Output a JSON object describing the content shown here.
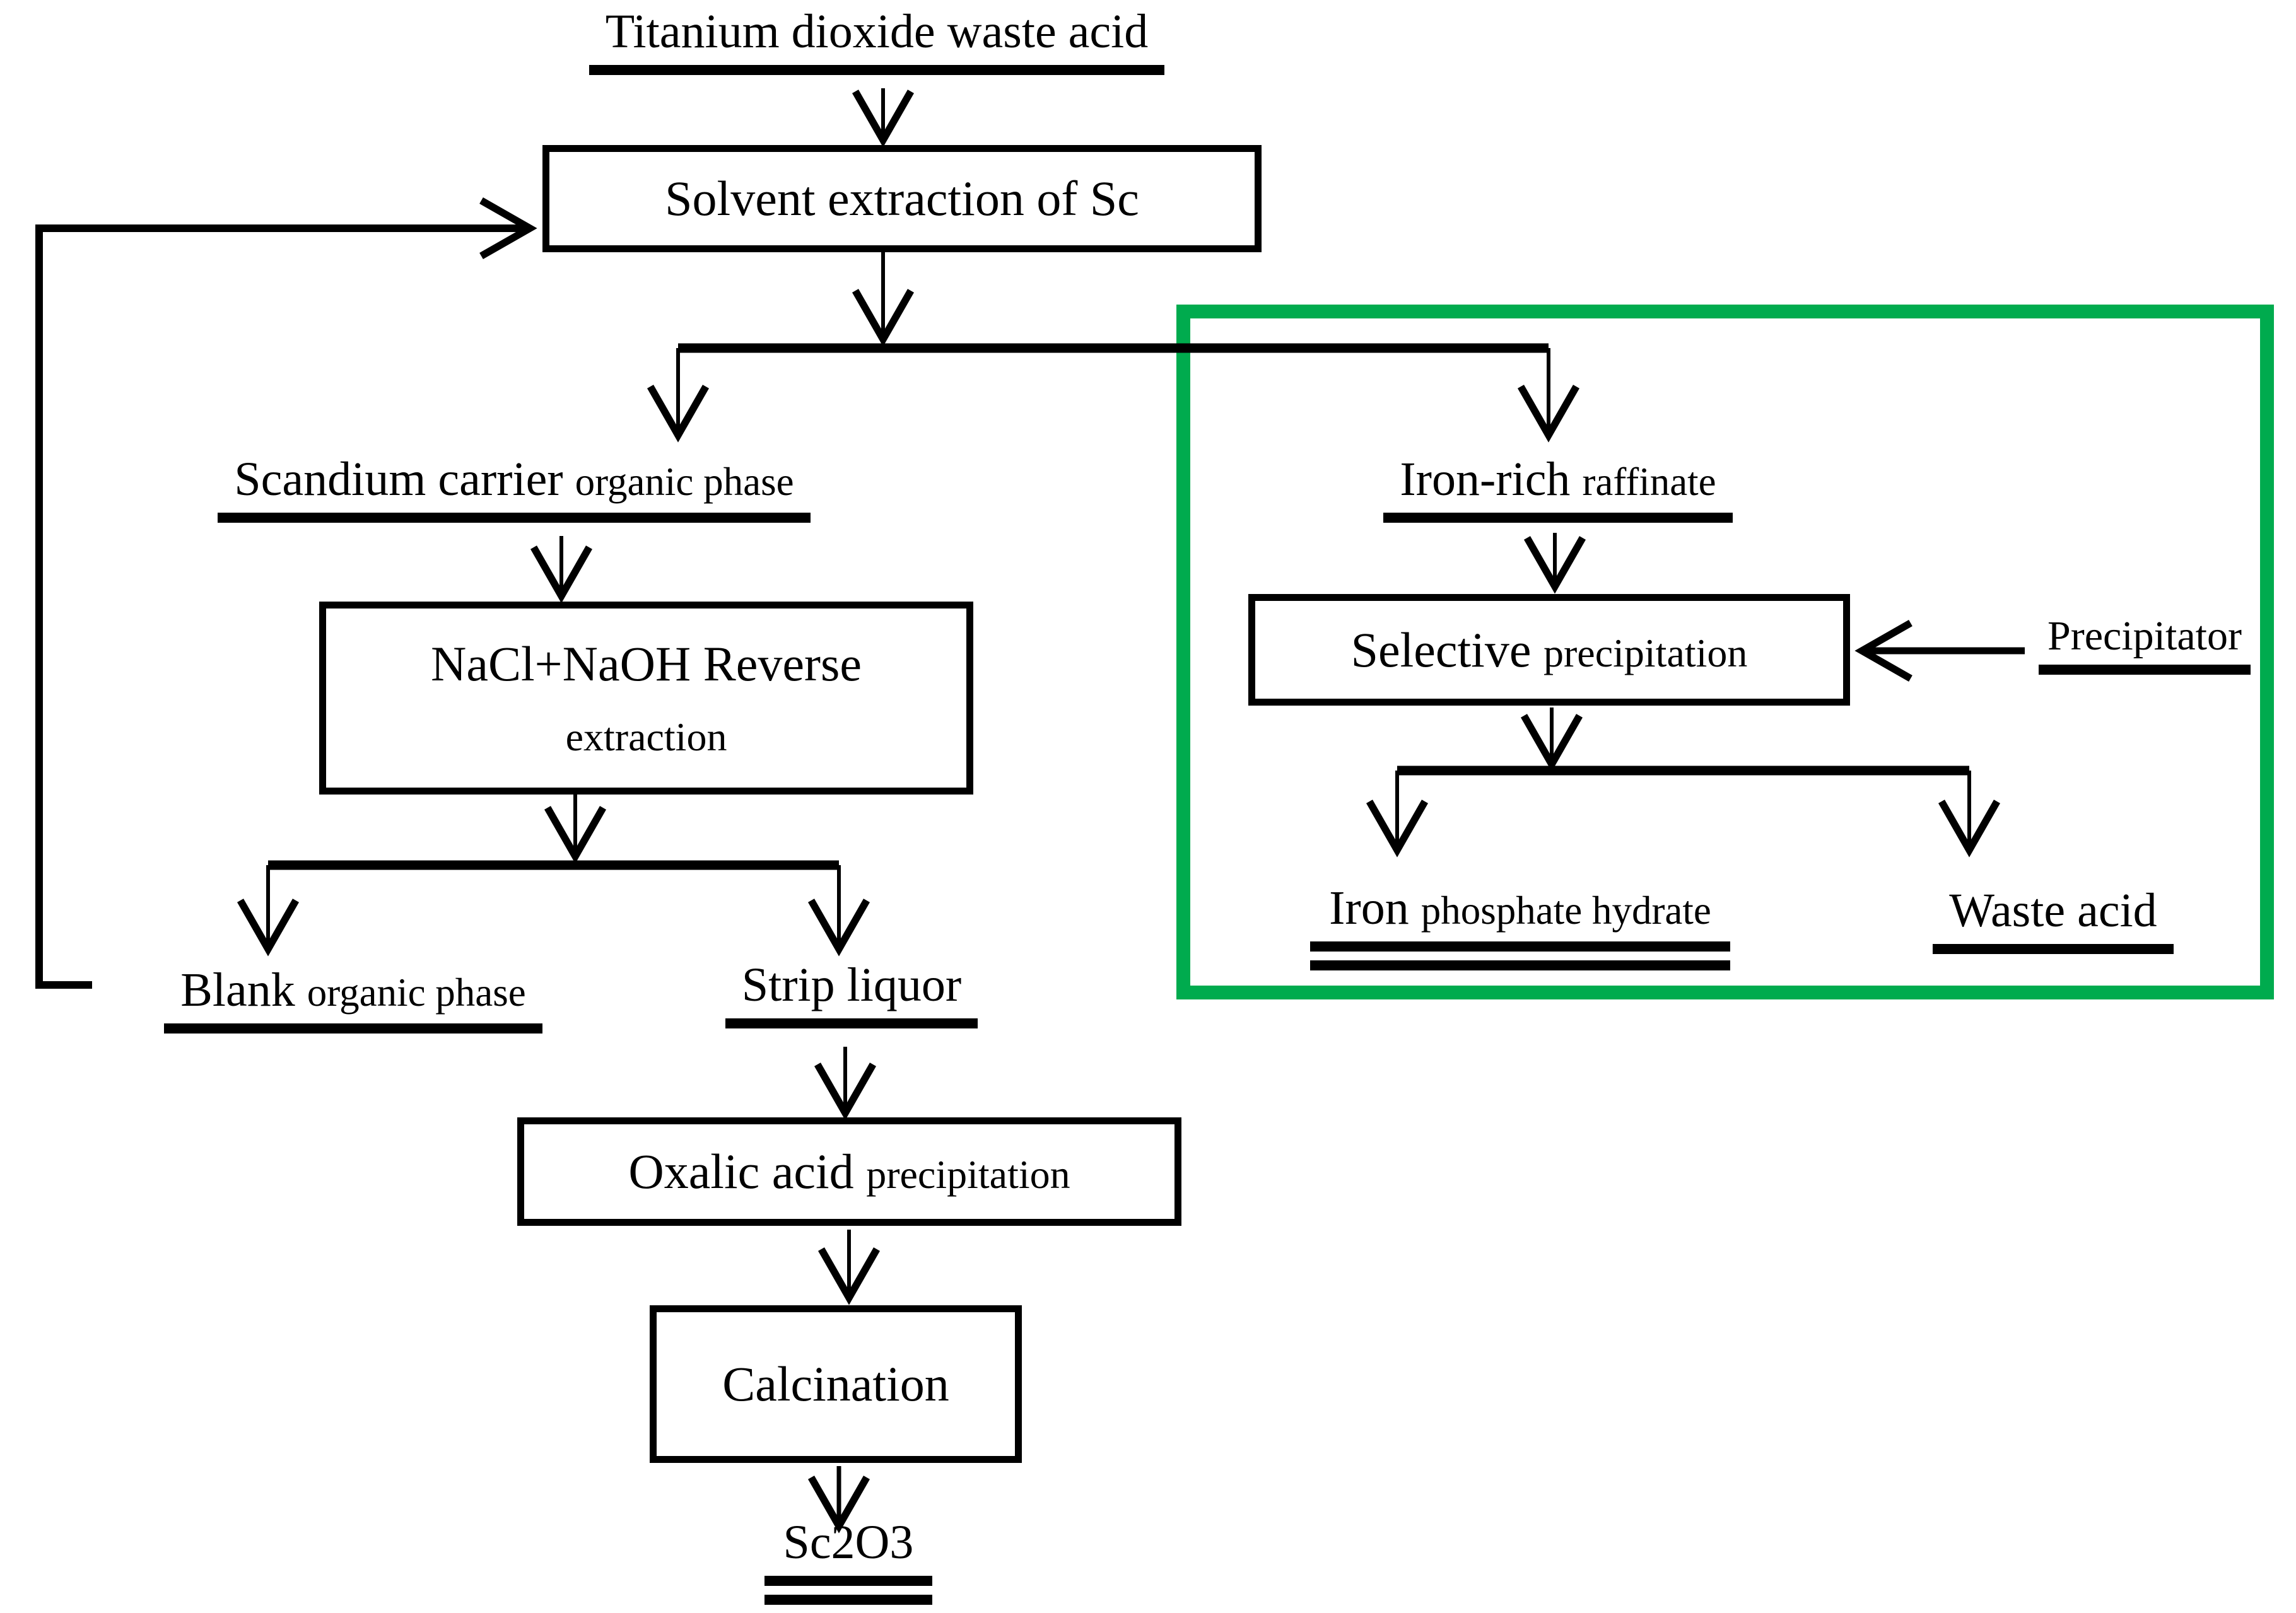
{
  "colors": {
    "line_black": "#000000",
    "highlight_green": "#00AB4E",
    "background": "#FFFFFF"
  },
  "nodes": {
    "source": {
      "text": "Titanium dioxide waste acid"
    },
    "solvent": {
      "text": "Solvent extraction of Sc"
    },
    "scandium": {
      "main": "Scandium carrier ",
      "small": "organic phase"
    },
    "nacl": {
      "line1": "NaCl+NaOH Reverse",
      "line2": "extraction"
    },
    "blank": {
      "main": "Blank ",
      "small": "organic phase"
    },
    "strip": {
      "text": "Strip liquor"
    },
    "oxalic": {
      "main": "Oxalic acid ",
      "small": "precipitation"
    },
    "calcination": {
      "text": "Calcination"
    },
    "sc2o3": {
      "text": "Sc2O3"
    },
    "raffinate": {
      "main": "Iron-rich ",
      "small": "raffinate"
    },
    "selective": {
      "main": "Selective ",
      "small": "precipitation"
    },
    "precipitator": {
      "text": "Precipitator"
    },
    "iron_phosphate": {
      "main": "Iron ",
      "small": "phosphate hydrate"
    },
    "waste_acid": {
      "text": "Waste acid"
    }
  },
  "edges": [
    {
      "from": "Titanium dioxide waste acid",
      "to": "Solvent extraction of Sc"
    },
    {
      "from": "Solvent extraction of Sc",
      "to": "Scandium carrier organic phase"
    },
    {
      "from": "Solvent extraction of Sc",
      "to": "Iron-rich raffinate"
    },
    {
      "from": "Scandium carrier organic phase",
      "to": "NaCl+NaOH Reverse extraction"
    },
    {
      "from": "NaCl+NaOH Reverse extraction",
      "to": "Blank organic phase"
    },
    {
      "from": "NaCl+NaOH Reverse extraction",
      "to": "Strip liquor"
    },
    {
      "from": "Blank organic phase",
      "to": "Solvent extraction of Sc",
      "type": "recycle-loop"
    },
    {
      "from": "Strip liquor",
      "to": "Oxalic acid precipitation"
    },
    {
      "from": "Oxalic acid precipitation",
      "to": "Calcination"
    },
    {
      "from": "Calcination",
      "to": "Sc2O3"
    },
    {
      "from": "Iron-rich raffinate",
      "to": "Selective precipitation"
    },
    {
      "from": "Precipitator",
      "to": "Selective precipitation"
    },
    {
      "from": "Selective precipitation",
      "to": "Iron phosphate hydrate"
    },
    {
      "from": "Selective precipitation",
      "to": "Waste acid"
    }
  ]
}
